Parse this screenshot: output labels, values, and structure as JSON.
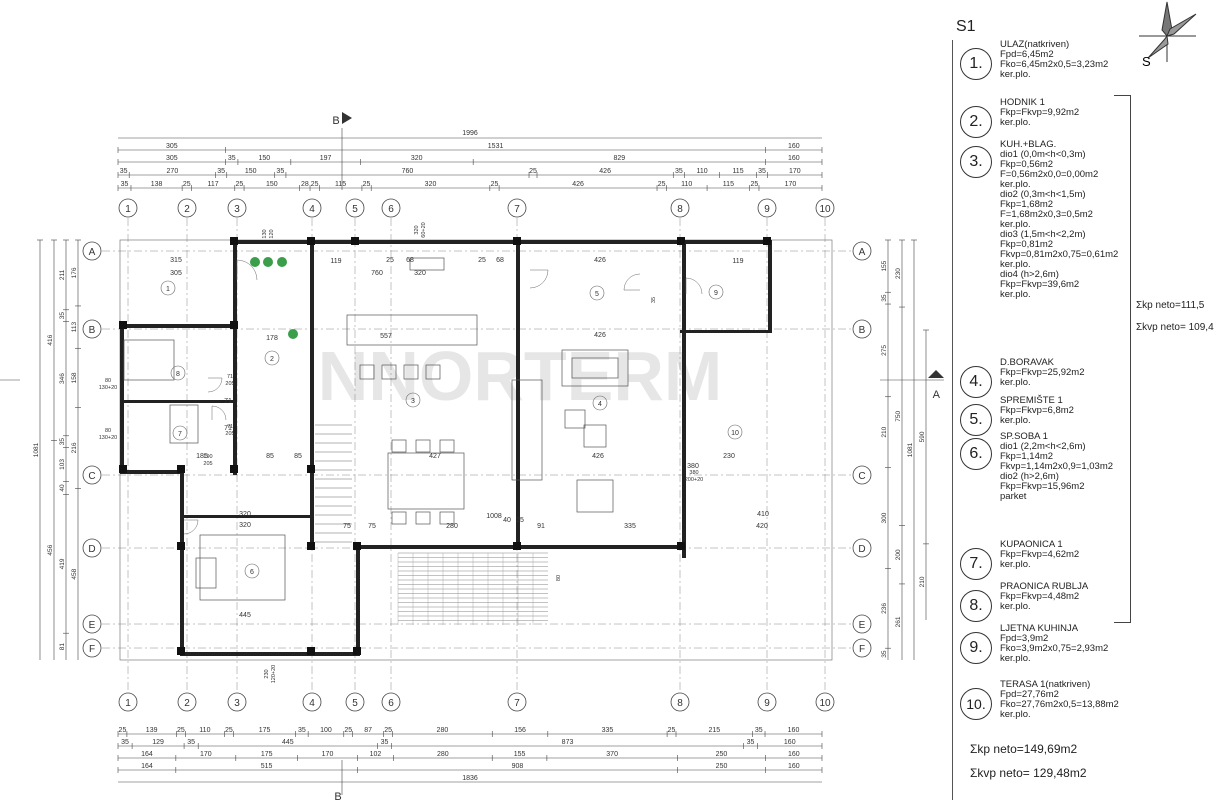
{
  "grid_columns": [
    "1",
    "2",
    "3",
    "4",
    "5",
    "6",
    "7",
    "8",
    "9",
    "10"
  ],
  "grid_rows": [
    "A",
    "B",
    "C",
    "D",
    "E",
    "F"
  ],
  "section_marks": {
    "vertical": "B",
    "horizontal": "A"
  },
  "dims_top": {
    "total": "1996",
    "row2": [
      "305",
      "1531",
      "160"
    ],
    "row3": [
      "305",
      "35",
      "150",
      "197",
      "320",
      "829",
      "160"
    ],
    "row4": [
      "35",
      "270",
      "35",
      "150",
      "35",
      "760",
      "25",
      "426",
      "35",
      "110",
      "115",
      "35",
      "170"
    ],
    "row5": [
      "35",
      "138",
      "25",
      "117",
      "25",
      "150",
      "28",
      "25",
      "115",
      "25",
      "320",
      "25",
      "426",
      "25",
      "110",
      "115",
      "25",
      "170"
    ]
  },
  "dims_bottom": {
    "row1": [
      "25",
      "139",
      "25",
      "110",
      "25",
      "175",
      "35",
      "100",
      "25",
      "87",
      "25",
      "280",
      "156",
      "335",
      "25",
      "215",
      "35",
      "160"
    ],
    "row2": [
      "35",
      "129",
      "35",
      "445",
      "35",
      "873",
      "35",
      "160"
    ],
    "row3": [
      "164",
      "170",
      "175",
      "170",
      "102",
      "280",
      "155",
      "370",
      "250",
      "160"
    ],
    "row4": [
      "164",
      "515",
      "908",
      "250",
      "160"
    ],
    "total": "1836"
  },
  "dims_left": [
    "211",
    "176",
    "113",
    "35",
    "158",
    "346",
    "416",
    "35",
    "103",
    "40",
    "456",
    "458",
    "419",
    "216",
    "81",
    "1081"
  ],
  "dims_right": [
    "155",
    "230",
    "275",
    "210",
    "590",
    "750",
    "1081",
    "200",
    "210",
    "236",
    "261",
    "35",
    "35",
    "300"
  ],
  "room_dims": [
    "315",
    "305",
    "119",
    "760",
    "320",
    "426",
    "426",
    "426",
    "557",
    "380",
    "230",
    "410",
    "320",
    "320",
    "445",
    "420",
    "1008",
    "280",
    "335",
    "427",
    "178",
    "71",
    "71",
    "85",
    "85",
    "185",
    "91",
    "75",
    "75",
    "25",
    "68",
    "25",
    "68",
    "40",
    "25",
    "119"
  ],
  "window_codes": [
    "130\n120",
    "320\n60+20",
    "80\n130+20",
    "80\n130+20",
    "71\n205",
    "71\n205",
    "190\n205",
    "380\n200+20",
    "230\n120+20",
    "80",
    "35"
  ],
  "room_markers": [
    "1",
    "2",
    "3",
    "4",
    "5",
    "6",
    "7",
    "8",
    "9",
    "10"
  ],
  "legend_title": "S1",
  "rooms": [
    {
      "num": "1.",
      "lines": [
        "ULAZ(natkriven)",
        "Fpd=6,45m2",
        "Fko=6,45m2x0,5=3,23m2",
        "ker.plo."
      ]
    },
    {
      "num": "2.",
      "lines": [
        "HODNIK 1",
        "Fkp=Fkvp=9,92m2",
        "ker.plo."
      ]
    },
    {
      "num": "3.",
      "lines": [
        "KUH.+BLAG.",
        "dio1 (0,0m<h<0,3m)",
        "Fkp=0,56m2",
        "F=0,56m2x0,0=0,00m2",
        "ker.plo.",
        "dio2 (0,3m<h<1,5m)",
        "Fkp=1,68m2",
        "F=1,68m2x0,3=0,5m2",
        "ker.plo.",
        "dio3 (1,5m<h<2,2m)",
        "Fkp=0,81m2",
        "Fkvp=0,81m2x0,75=0,61m2",
        "ker.plo.",
        "dio4 (h>2,6m)",
        "Fkp=Fkvp=39,6m2",
        "ker.plo."
      ]
    },
    {
      "num": "4.",
      "lines": [
        "D.BORAVAK",
        "Fkp=Fkvp=25,92m2",
        "ker.plo."
      ]
    },
    {
      "num": "5.",
      "lines": [
        "SPREMIŠTE 1",
        "Fkp=Fkvp=6,8m2",
        "ker.plo."
      ]
    },
    {
      "num": "6.",
      "lines": [
        "SP.SOBA 1",
        "dio1 (2,2m<h<2,6m)",
        "Fkp=1,14m2",
        "Fkvp=1,14m2x0,9=1,03m2",
        "",
        "dio2 (h>2,6m)",
        "Fkp=Fkvp=15,96m2",
        "parket"
      ]
    },
    {
      "num": "7.",
      "lines": [
        "KUPAONICA 1",
        "Fkp=Fkvp=4,62m2",
        "ker.plo."
      ]
    },
    {
      "num": "8.",
      "lines": [
        "PRAONICA RUBLJA",
        "Fkp=Fkvp=4,48m2",
        "ker.plo."
      ]
    },
    {
      "num": "9.",
      "lines": [
        "LJETNA KUHINJA",
        "Fpd=3,9m2",
        "Fko=3,9m2x0,75=2,93m2",
        "ker.plo."
      ]
    },
    {
      "num": "10.",
      "lines": [
        "TERASA 1(natkriven)",
        "Fpd=27,76m2",
        "Fko=27,76m2x0,5=13,88m2",
        "ker.plo."
      ]
    }
  ],
  "subtotals": {
    "kp": "Σkp neto=111,5",
    "kvp": "Σkvp neto= 109,4"
  },
  "totals": {
    "kp": "Σkp neto=149,69m2",
    "kvp": "Σkvp neto= 129,48m2"
  },
  "compass_label": "S",
  "watermark": "NNORTERM"
}
